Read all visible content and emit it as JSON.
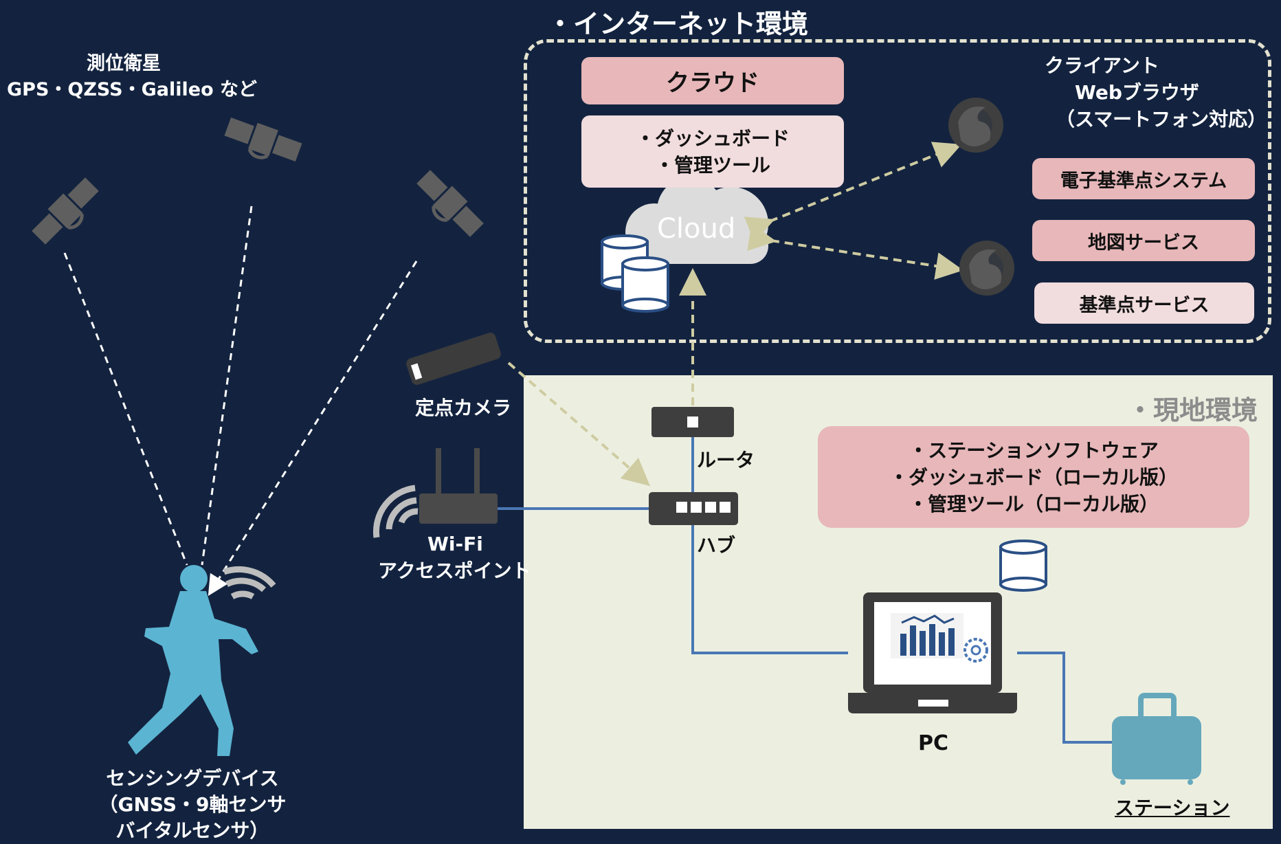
{
  "internet": {
    "title": "・インターネット環境",
    "cloud_box": "クラウド",
    "tools": [
      "・ダッシュボード",
      "・管理ツール"
    ],
    "cloud_text": "Cloud",
    "client": [
      "クライアント",
      "Webブラウザ",
      "（スマートフォン対応）"
    ],
    "services": [
      "電子基準点システム",
      "地図サービス",
      "基準点サービス"
    ]
  },
  "satellites": {
    "label": [
      "測位衛星",
      "GPS・QZSS・Galileo など"
    ]
  },
  "camera": {
    "label": "定点カメラ"
  },
  "wifi": {
    "label": [
      "Wi-Fi",
      "アクセスポイント"
    ]
  },
  "router": {
    "label": "ルータ"
  },
  "hub": {
    "label": "ハブ"
  },
  "local": {
    "title": "・現地環境",
    "software": [
      "・ステーションソフトウェア",
      "・ダッシュボード（ローカル版）",
      "・管理ツール（ローカル版）"
    ],
    "pc_label": "PC",
    "station_label": "ステーション"
  },
  "device": {
    "label": [
      "センシングデバイス",
      "（GNSS・9軸センサ",
      "バイタルセンサ）"
    ]
  },
  "colors": {
    "background": "#13233f",
    "local_bg": "#ecefe0",
    "pink": "#e7b7b9",
    "light_pink": "#f1dcde",
    "connection": "#4a77b4",
    "dashed_arrow": "#cfcca2",
    "person": "#5bb4d2",
    "station": "#65a8bc"
  }
}
